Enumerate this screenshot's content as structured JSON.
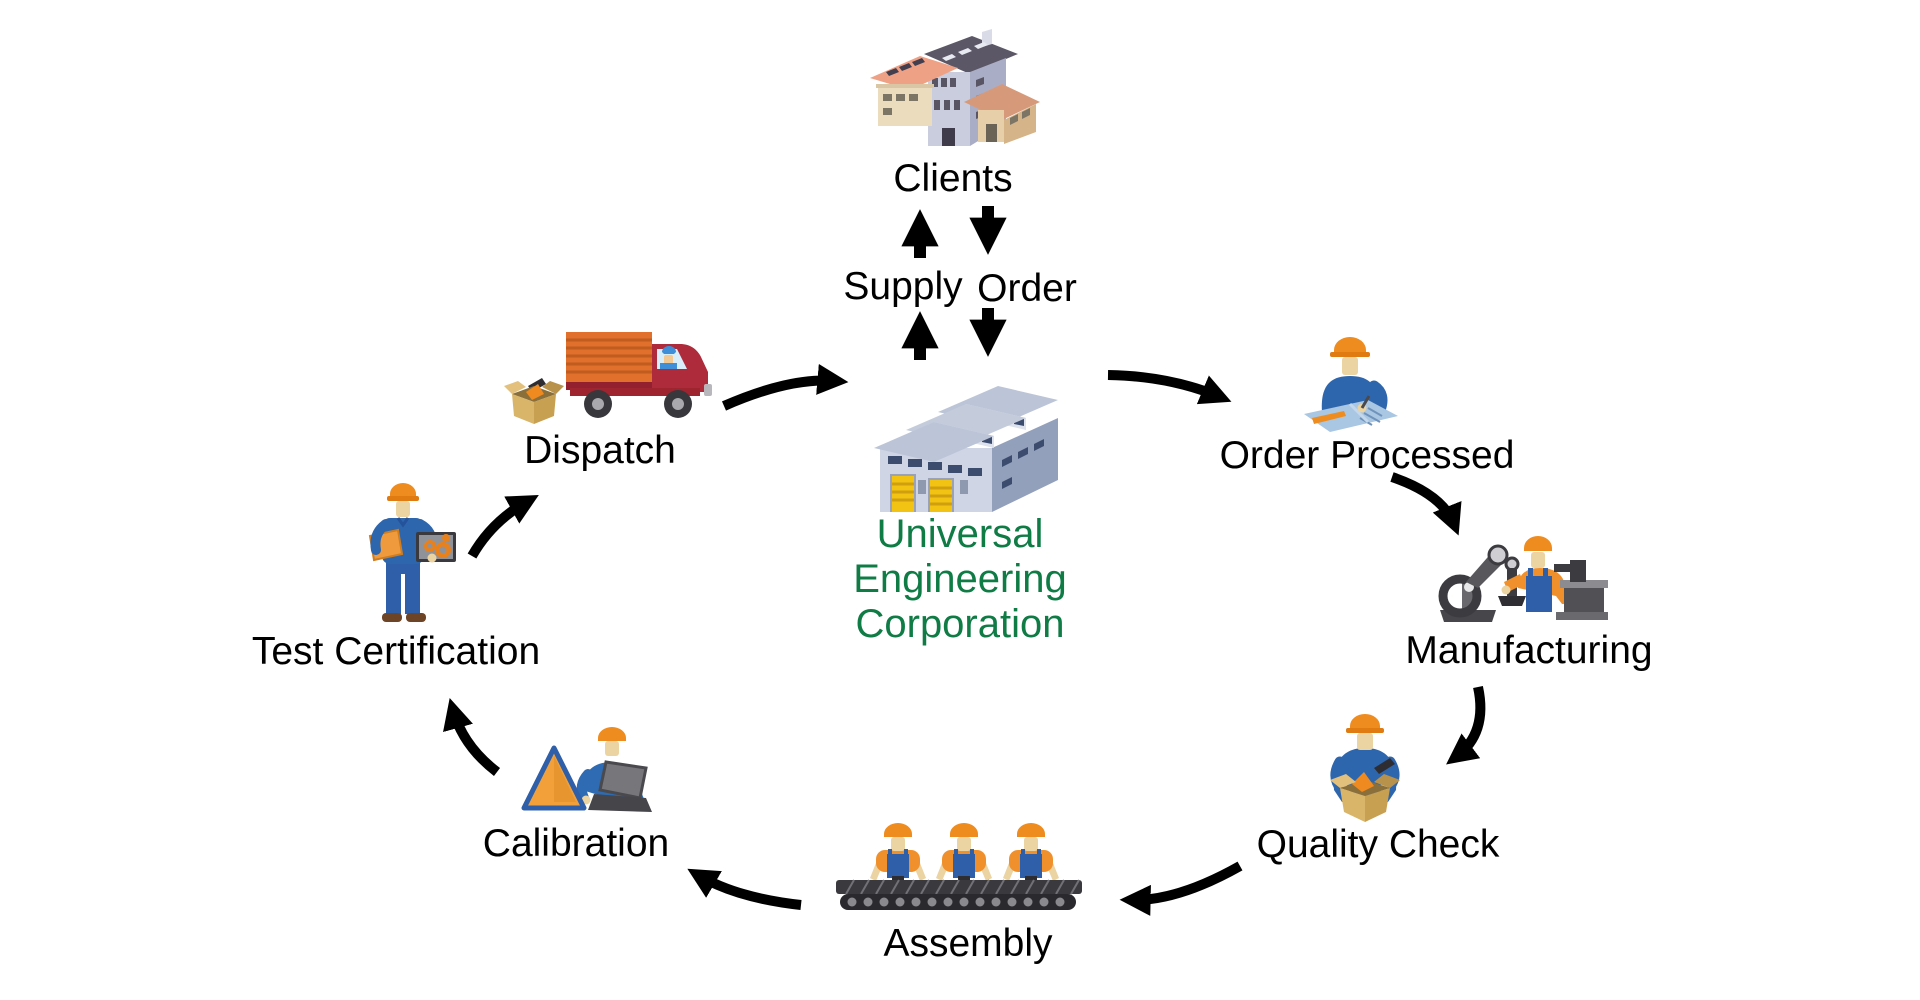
{
  "diagram": {
    "clients": {
      "label": "Clients"
    },
    "exchange": {
      "supply_label": "Supply",
      "order_label": "Order"
    },
    "company": {
      "lines": [
        "Universal",
        "Engineering",
        "Corporation"
      ],
      "full_name": "Universal Engineering Corporation",
      "text_color": "#0f7b45"
    },
    "stages": {
      "dispatch": {
        "label": "Dispatch"
      },
      "order_processed": {
        "label": "Order Processed"
      },
      "manufacturing": {
        "label": "Manufacturing"
      },
      "quality_check": {
        "label": "Quality Check"
      },
      "assembly": {
        "label": "Assembly"
      },
      "calibration": {
        "label": "Calibration"
      },
      "test_certification": {
        "label": "Test Certification"
      }
    },
    "flow": [
      "Clients -> Universal Engineering Corporation : Order",
      "Universal Engineering Corporation -> Clients : Supply",
      "Universal Engineering Corporation -> Order Processed",
      "Order Processed -> Manufacturing",
      "Manufacturing -> Quality Check",
      "Quality Check -> Assembly",
      "Assembly -> Calibration",
      "Calibration -> Test Certification",
      "Test Certification -> Dispatch",
      "Dispatch -> Universal Engineering Corporation"
    ],
    "colors": {
      "background": "#ffffff",
      "arrow": "#000000",
      "label_text": "#000000",
      "company_green": "#0f7b45",
      "worker_orange": "#ef8c1f",
      "worker_blue": "#2e66ad"
    }
  }
}
